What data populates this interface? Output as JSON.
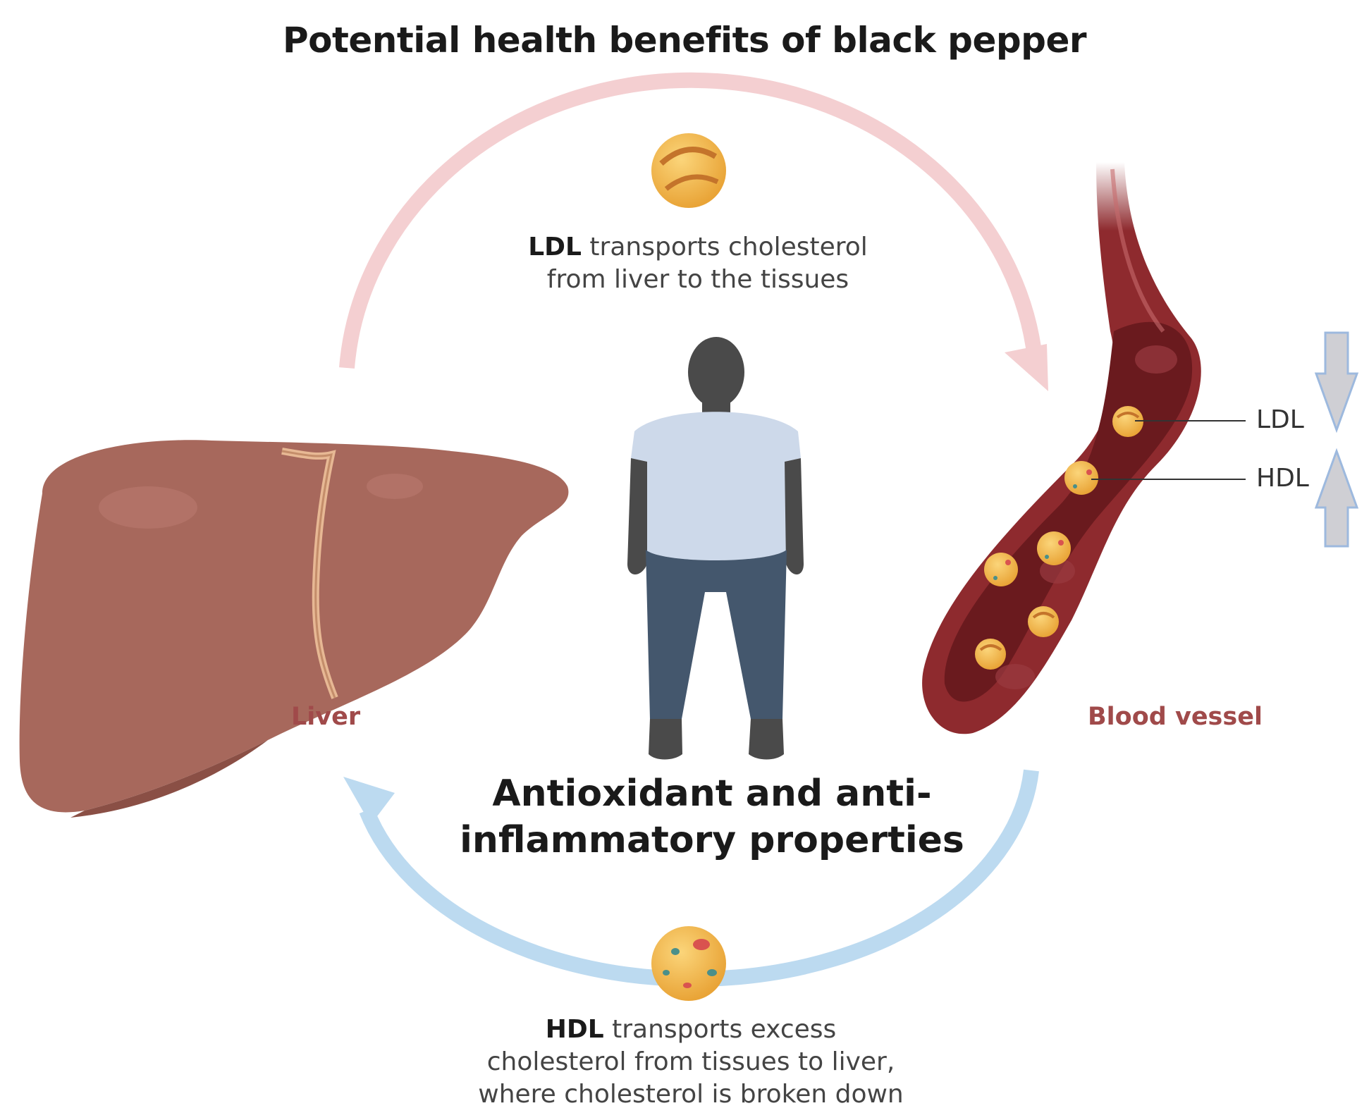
{
  "title": "Potential health benefits of black pepper",
  "ldl_caption": {
    "bold": "LDL",
    "line1_rest": " transports cholesterol",
    "line2": "from liver to the tissues"
  },
  "hdl_caption": {
    "bold": "HDL",
    "line1_rest": " transports excess",
    "line2": "cholesterol from tissues to liver,",
    "line3": "where cholesterol is broken down"
  },
  "labels": {
    "liver": "Liver",
    "blood_vessel": "Blood vessel",
    "ldl": "LDL",
    "hdl": "HDL"
  },
  "center": {
    "line1": "Antioxidant and anti-",
    "line2": "inflammatory  properties"
  },
  "colors": {
    "ldl_arrow": "#f4cfd1",
    "hdl_arrow": "#bcdaf0",
    "liver": "#a7685c",
    "vessel": "#8e2a2e",
    "particle": "#f2b84b",
    "shirt": "#cdd9ea",
    "pants": "#44576d",
    "body": "#4a4a4a"
  },
  "indicators": {
    "ldl": "decrease",
    "hdl": "increase"
  }
}
